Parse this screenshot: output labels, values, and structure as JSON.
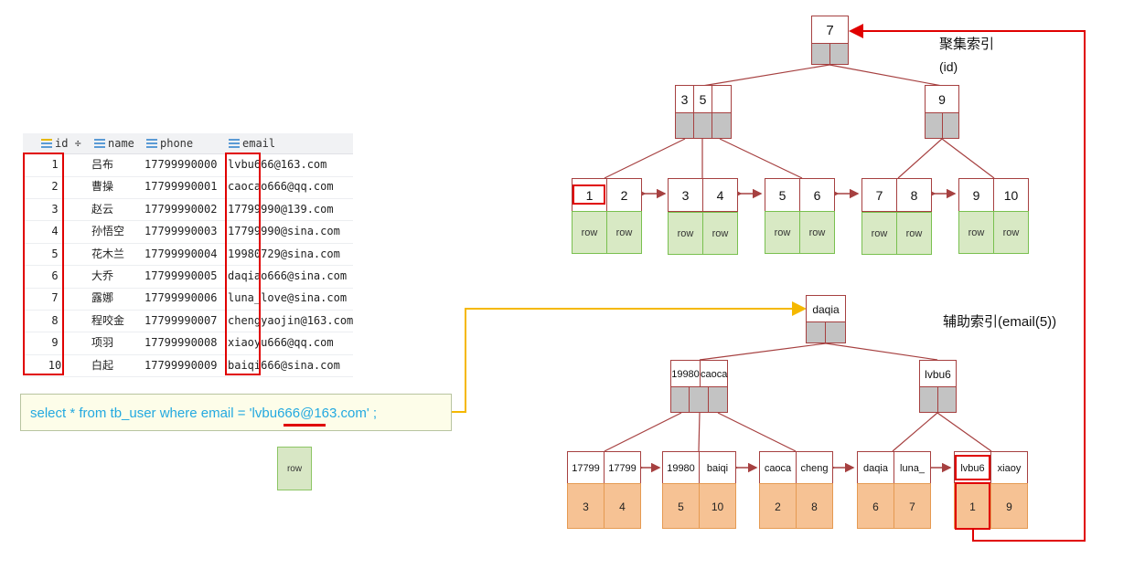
{
  "table": {
    "columns": [
      "id",
      "name",
      "phone",
      "email"
    ],
    "rows": [
      [
        "1",
        "吕布",
        "17799990000",
        "lvbu666@163.com"
      ],
      [
        "2",
        "曹操",
        "17799990001",
        "caocao666@qq.com"
      ],
      [
        "3",
        "赵云",
        "17799990002",
        "17799990@139.com"
      ],
      [
        "4",
        "孙悟空",
        "17799990003",
        "17799990@sina.com"
      ],
      [
        "5",
        "花木兰",
        "17799990004",
        "19980729@sina.com"
      ],
      [
        "6",
        "大乔",
        "17799990005",
        "daqiao666@sina.com"
      ],
      [
        "7",
        "露娜",
        "17799990006",
        "luna_love@sina.com"
      ],
      [
        "8",
        "程咬金",
        "17799990007",
        "chengyaojin@163.com"
      ],
      [
        "9",
        "项羽",
        "17799990008",
        "xiaoyu666@qq.com"
      ],
      [
        "10",
        "白起",
        "17799990009",
        "baiqi666@sina.com"
      ]
    ]
  },
  "query": "select * from tb_user where email = 'lvbu666@163.com' ;",
  "row_label": "row",
  "clustered": {
    "title": "聚集索引",
    "subtitle": "(id)",
    "root": "7",
    "level1": [
      [
        "3",
        "5"
      ],
      [
        "9"
      ]
    ],
    "leaves": [
      [
        "1",
        "2"
      ],
      [
        "3",
        "4"
      ],
      [
        "5",
        "6"
      ],
      [
        "7",
        "8"
      ],
      [
        "9",
        "10"
      ]
    ],
    "leaf_data": "row"
  },
  "secondary": {
    "title": "辅助索引(email(5))",
    "root": "daqia",
    "level1": [
      [
        "19980",
        "caoca"
      ],
      [
        "lvbu6"
      ]
    ],
    "leaves": [
      [
        "17799",
        "17799"
      ],
      [
        "19980",
        "baiqi"
      ],
      [
        "caoca",
        "cheng"
      ],
      [
        "daqia",
        "luna_"
      ],
      [
        "lvbu6",
        "xiaoy"
      ]
    ],
    "leaf_ids": [
      [
        "3",
        "4"
      ],
      [
        "5",
        "10"
      ],
      [
        "2",
        "8"
      ],
      [
        "6",
        "7"
      ],
      [
        "1",
        "9"
      ]
    ]
  },
  "colors": {
    "node_border": "#a64040",
    "highlight": "#e00000",
    "pointer": "#f5b800",
    "row_fill": "#d8e9c4",
    "id_fill": "#f6c294"
  }
}
